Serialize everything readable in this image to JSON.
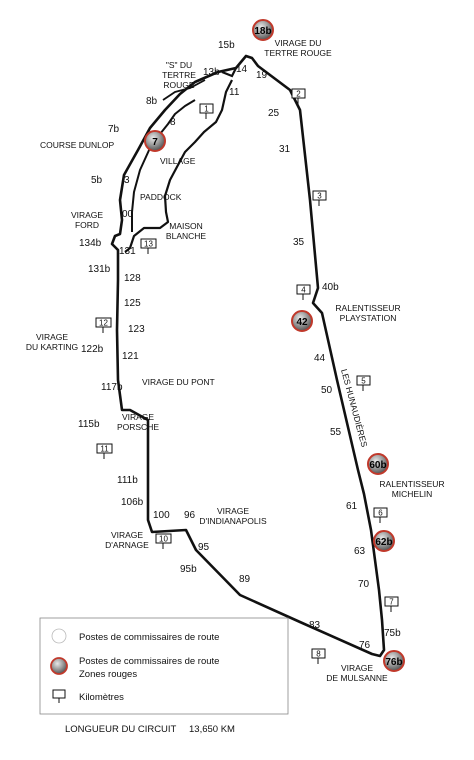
{
  "posts": [
    "15b",
    "14",
    "13b",
    "11",
    "19",
    "25",
    "8b",
    "8",
    "7b",
    "31",
    "5b",
    "3",
    "00",
    "35",
    "134b",
    "131",
    "128",
    "131b",
    "125",
    "123",
    "122b",
    "121",
    "117b",
    "115b",
    "111b",
    "106b",
    "100",
    "96",
    "95",
    "95b",
    "89",
    "83",
    "76",
    "75b",
    "70",
    "63",
    "61",
    "55",
    "50",
    "44",
    "40b"
  ],
  "red_posts": [
    "18b",
    "7",
    "42",
    "60b",
    "62b",
    "76b"
  ],
  "km_markers": [
    "1",
    "2",
    "3",
    "4",
    "5",
    "6",
    "7",
    "8",
    "10",
    "11",
    "12",
    "13"
  ],
  "place_names": {
    "virage_tertre_rouge": "VIRAGE DU TERTRE ROUGE",
    "s_tertre_rouge": "\"S\" DU TERTRE ROUGE",
    "course_dunlop": "COURSE DUNLOP",
    "village": "VILLAGE",
    "paddock": "PADDOCK",
    "virage_ford": "VIRAGE FORD",
    "maison_blanche": "MAISON BLANCHE",
    "virage_karting": "VIRAGE DU KARTING",
    "virage_pont": "VIRAGE DU PONT",
    "virage_porsche": "VIRAGE PORSCHE",
    "virage_arnage": "VIRAGE D'ARNAGE",
    "virage_indianapolis": "VIRAGE D'INDIANAPOLIS",
    "ralentisseur_playstation": "RALENTISSEUR PLAYSTATION",
    "hunaudieres": "LES HUNAUDIÈRES",
    "ralentisseur_michelin": "RALENTISSEUR MICHELIN",
    "virage_mulsanne": "VIRAGE DE MULSANNE"
  },
  "legend": {
    "posts_label": "Postes de commissaires de route",
    "red_posts_label_1": "Postes de commissaires de route",
    "red_posts_label_2": "Zones rouges",
    "km_label": "Kilomètres"
  },
  "footer": {
    "label": "LONGUEUR DU CIRCUIT",
    "value": "13,650 KM"
  },
  "colors": {
    "track": "#111111",
    "red_zone": "#c0392b",
    "red_zone_inner": "#8b8b8b",
    "text": "#111111"
  }
}
